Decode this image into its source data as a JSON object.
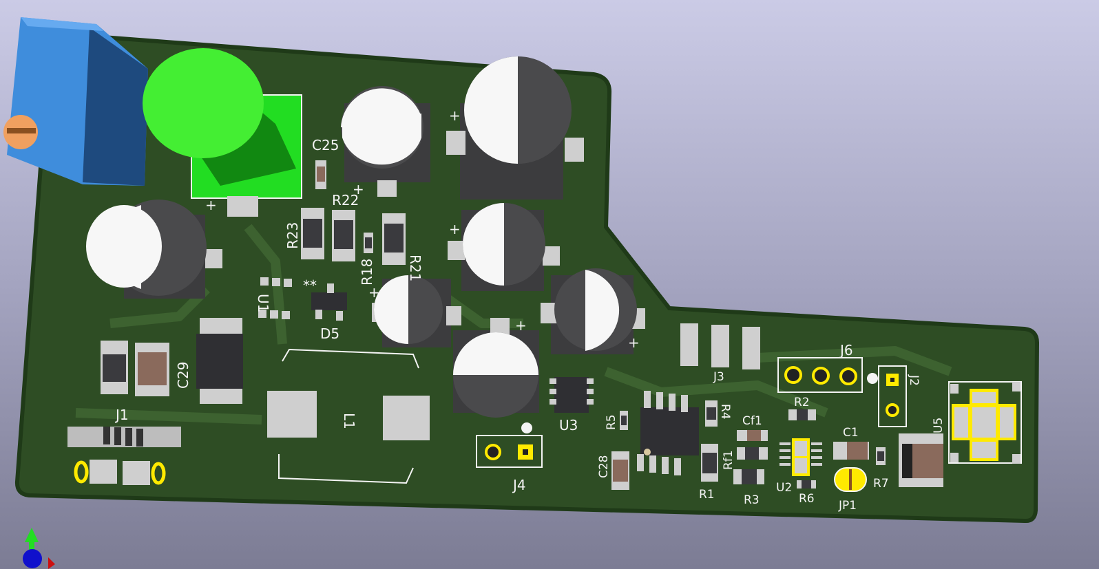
{
  "viewer": {
    "title": "3D Viewer",
    "board_color": "#2f4f25",
    "silkscreen_color": "#f4f4f4",
    "pad_color": "#cfcfcf",
    "gold_color": "#ffea00"
  },
  "references": {
    "C25": "C25",
    "R22": "R22",
    "R23": "R23",
    "R18": "R18",
    "R21": "R21",
    "U1": "U1",
    "D5": "D5",
    "star": "**",
    "C29": "C29",
    "J1": "J1",
    "L1": "L1",
    "J4": "J4",
    "U3": "U3",
    "R5": "R5",
    "C28": "C28",
    "R4": "R4",
    "Rf1": "Rf1",
    "Cf1": "Cf1",
    "R1": "R1",
    "R3": "R3",
    "U2": "U2",
    "R6": "R6",
    "R2": "R2",
    "C1": "C1",
    "JP1": "JP1",
    "R7": "R7",
    "J6": "J6",
    "J2": "J2",
    "U5": "U5",
    "J3": "J3"
  },
  "polarity_marks": {
    "plus": "+"
  },
  "axes": {
    "icon": "xyz-axis-icon"
  }
}
